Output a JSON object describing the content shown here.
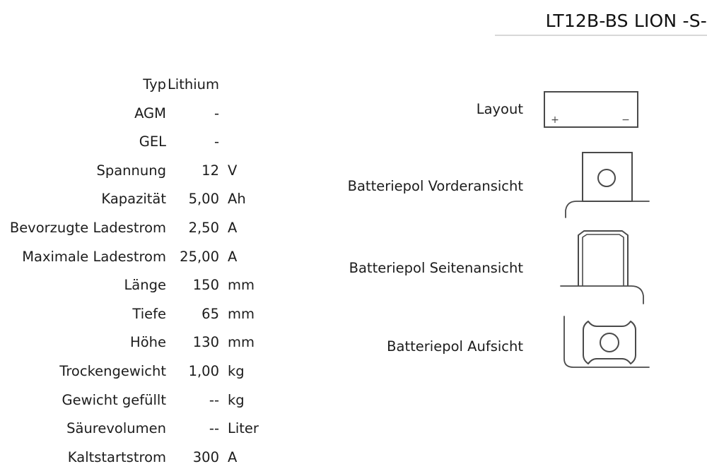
{
  "title": {
    "product": "LT12B-BS LION -S-"
  },
  "specs": {
    "rows": [
      {
        "label": "Typ",
        "value": "Lithium",
        "unit": ""
      },
      {
        "label": "AGM",
        "value": "-",
        "unit": ""
      },
      {
        "label": "GEL",
        "value": "-",
        "unit": ""
      },
      {
        "label": "Spannung",
        "value": "12",
        "unit": "V"
      },
      {
        "label": "Kapazität",
        "value": "5,00",
        "unit": "Ah"
      },
      {
        "label": "Bevorzugte Ladestrom",
        "value": "2,50",
        "unit": "A"
      },
      {
        "label": "Maximale Ladestrom",
        "value": "25,00",
        "unit": "A"
      },
      {
        "label": "Länge",
        "value": "150",
        "unit": "mm"
      },
      {
        "label": "Tiefe",
        "value": "65",
        "unit": "mm"
      },
      {
        "label": "Höhe",
        "value": "130",
        "unit": "mm"
      },
      {
        "label": "Trockengewicht",
        "value": "1,00",
        "unit": "kg"
      },
      {
        "label": "Gewicht gefüllt",
        "value": "--",
        "unit": "kg"
      },
      {
        "label": "Säurevolumen",
        "value": "--",
        "unit": "Liter"
      },
      {
        "label": "Kaltstartstrom",
        "value": "300",
        "unit": "A"
      }
    ]
  },
  "diagrams": {
    "layout": {
      "label": "Layout",
      "positive_marker": "+",
      "negative_marker": "−"
    },
    "front_view": {
      "label": "Batteriepol Vorderansicht"
    },
    "side_view": {
      "label": "Batteriepol Seitenansicht"
    },
    "top_view": {
      "label": "Batteriepol Aufsicht"
    }
  },
  "colors": {
    "text": "#1c1c1c",
    "rule": "#d8d8d8",
    "line": "#4a4a4a"
  }
}
